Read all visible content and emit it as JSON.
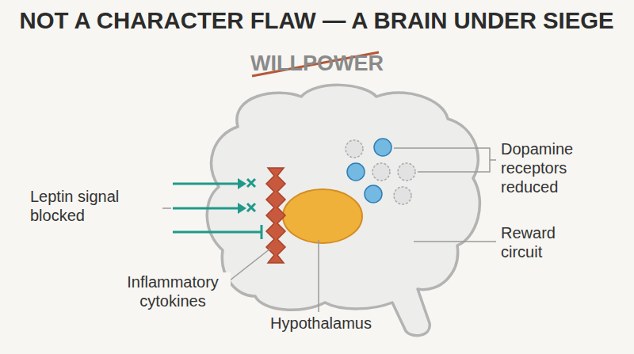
{
  "diagram": {
    "title": "NOT A CHARACTER FLAW — A BRAIN UNDER SIEGE",
    "labels": [
      "WILLPOWER",
      "Leptin signal blocked",
      "Inflammatory cytokines",
      "Hypothalamus",
      "Dopamine receptors reduced",
      "Reward circuit"
    ]
  }
}
